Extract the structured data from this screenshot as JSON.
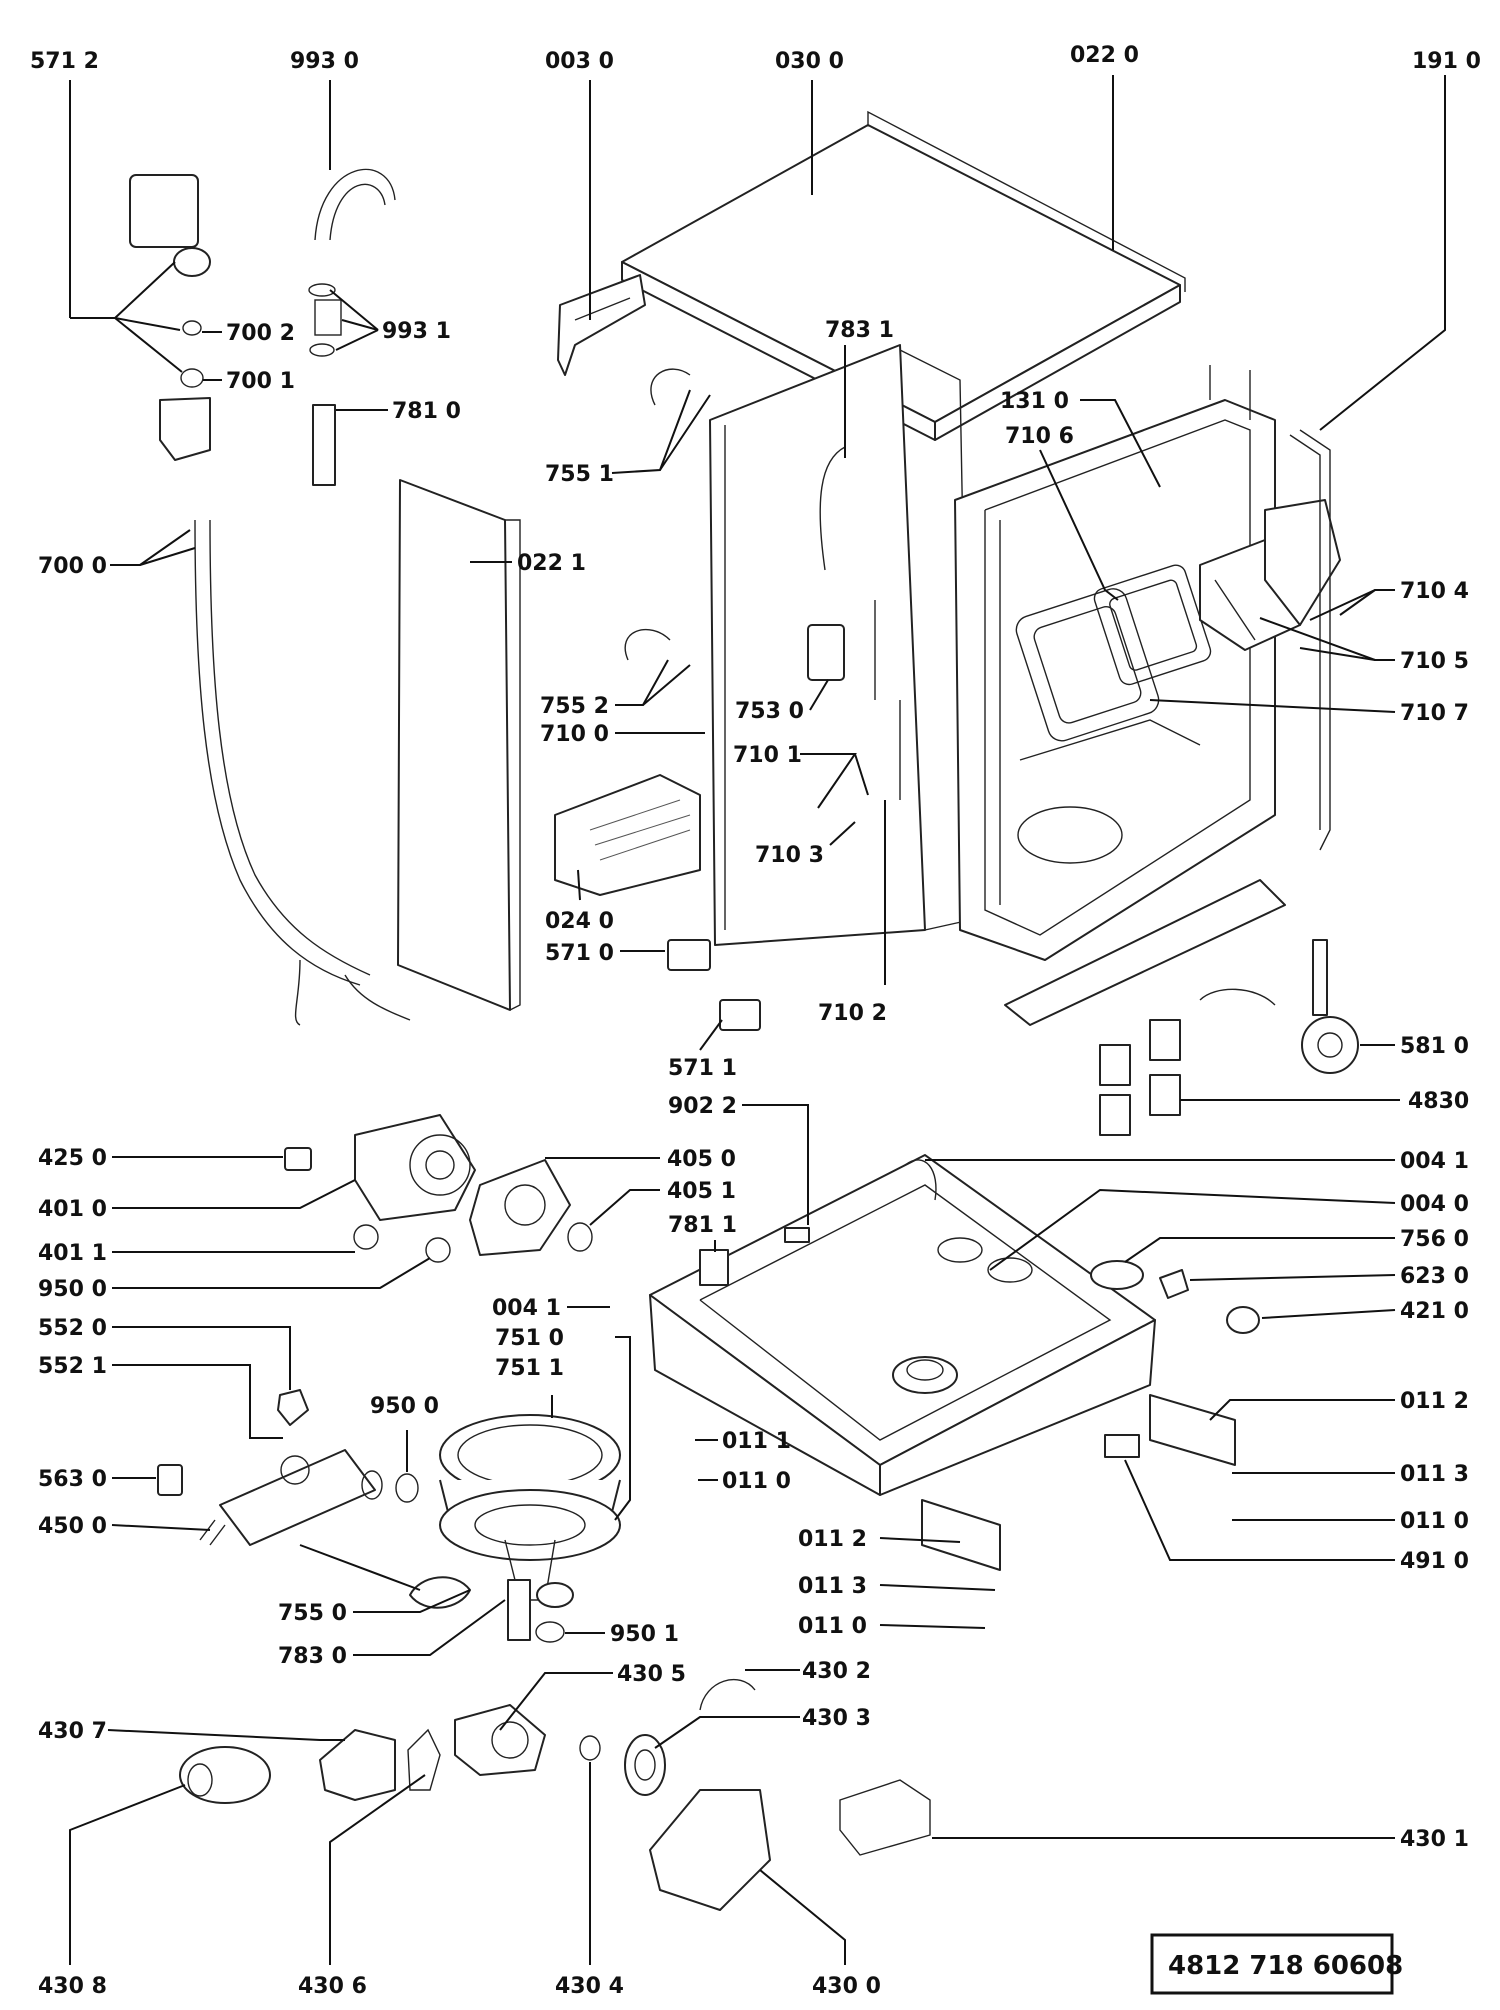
{
  "labels": {
    "l5712": "571 2",
    "l9930": "993 0",
    "l0030": "003 0",
    "l0300": "030 0",
    "l0220": "022 0",
    "l1910": "191 0",
    "l7002": "700 2",
    "l7001": "700 1",
    "l9931": "993 1",
    "l7810": "781 0",
    "l7831": "783 1",
    "l1310": "131  0",
    "l7106": "710  6",
    "l7551": "755 1",
    "l7000": "700 0",
    "l0221": "022 1",
    "l7104": "710 4",
    "l7105": "710 5",
    "l7552": "755 2",
    "l7530": "753 0",
    "l7107": "710 7",
    "l7100": "710 0",
    "l7101": "710 1",
    "l7103": "710  3",
    "l0240": "024 0",
    "l5710": "571 0",
    "l7102": "710  2",
    "l5711": "571 1",
    "l5810": "581 0",
    "l9022": "902 2",
    "l4830": "4830",
    "l4250": "425 0",
    "l4050": "405 0",
    "l0041a": "004 1",
    "l4010": "401 0",
    "l4051": "405 1",
    "l0040": "004 0",
    "l7811": "781 1",
    "l4011": "401 1",
    "l7560": "756 0",
    "l9500a": "950 0",
    "l6230": "623 0",
    "l0041b": "004 1",
    "l4210": "421 0",
    "l5520": "552 0",
    "l7510": "751 0",
    "l5521": "552 1",
    "l7511": "751 1",
    "l9500b": "950  0",
    "l0112a": "011 2",
    "l0111": "011 1",
    "l0113a": "011 3",
    "l5630": "563 0",
    "l0110a": "011 0",
    "l0110b": "011 0",
    "l4500": "450 0",
    "l4910": "491 0",
    "l0112b": "011  2",
    "l0113b": "011  3",
    "l7550": "755 0",
    "l0110c": "011  0",
    "l9501": "950 1",
    "l7830": "783 0",
    "l4305": "430 5",
    "l4302": "430 2",
    "l4307": "430 7",
    "l4303": "430 3",
    "l4301": "430 1",
    "l4308": "430 8",
    "l4306": "430 6",
    "l4304": "430 4",
    "l4300": "430 0"
  },
  "document_number": "4812  718  60608"
}
